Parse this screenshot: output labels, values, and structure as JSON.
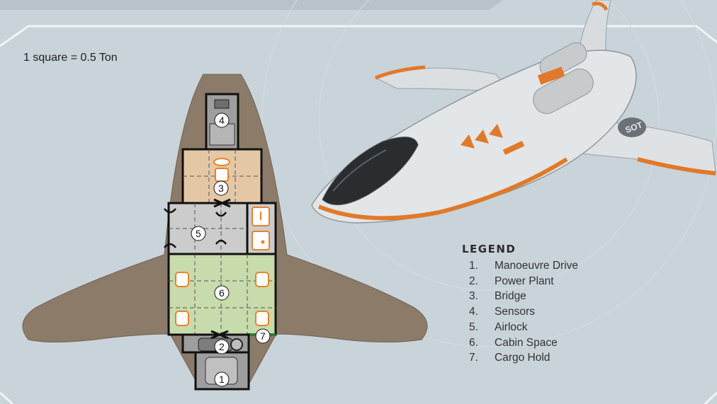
{
  "scale_note": "1 square = 0.5 Ton",
  "legend": {
    "title": "LEGEND",
    "items": [
      {
        "num": "1.",
        "label": "Manoeuvre Drive"
      },
      {
        "num": "2.",
        "label": "Power Plant"
      },
      {
        "num": "3.",
        "label": "Bridge"
      },
      {
        "num": "4.",
        "label": "Sensors"
      },
      {
        "num": "5.",
        "label": "Airlock"
      },
      {
        "num": "6.",
        "label": "Cabin Space"
      },
      {
        "num": "7.",
        "label": "Cargo Hold"
      }
    ]
  },
  "markers": [
    "1",
    "2",
    "3",
    "4",
    "5",
    "6",
    "7"
  ],
  "ship_hull_text": "SOT",
  "colors": {
    "background": "#c9d3da",
    "hull": "#8c7b69",
    "bridge": "#e4c8a6",
    "airlock": "#cccccc",
    "cabin": "#c7dbac",
    "engineering": "#9e9e9e",
    "cargo_accent": "#2e7d32",
    "seat_orange": "#e8832a",
    "frame": "#f2f5f7"
  }
}
